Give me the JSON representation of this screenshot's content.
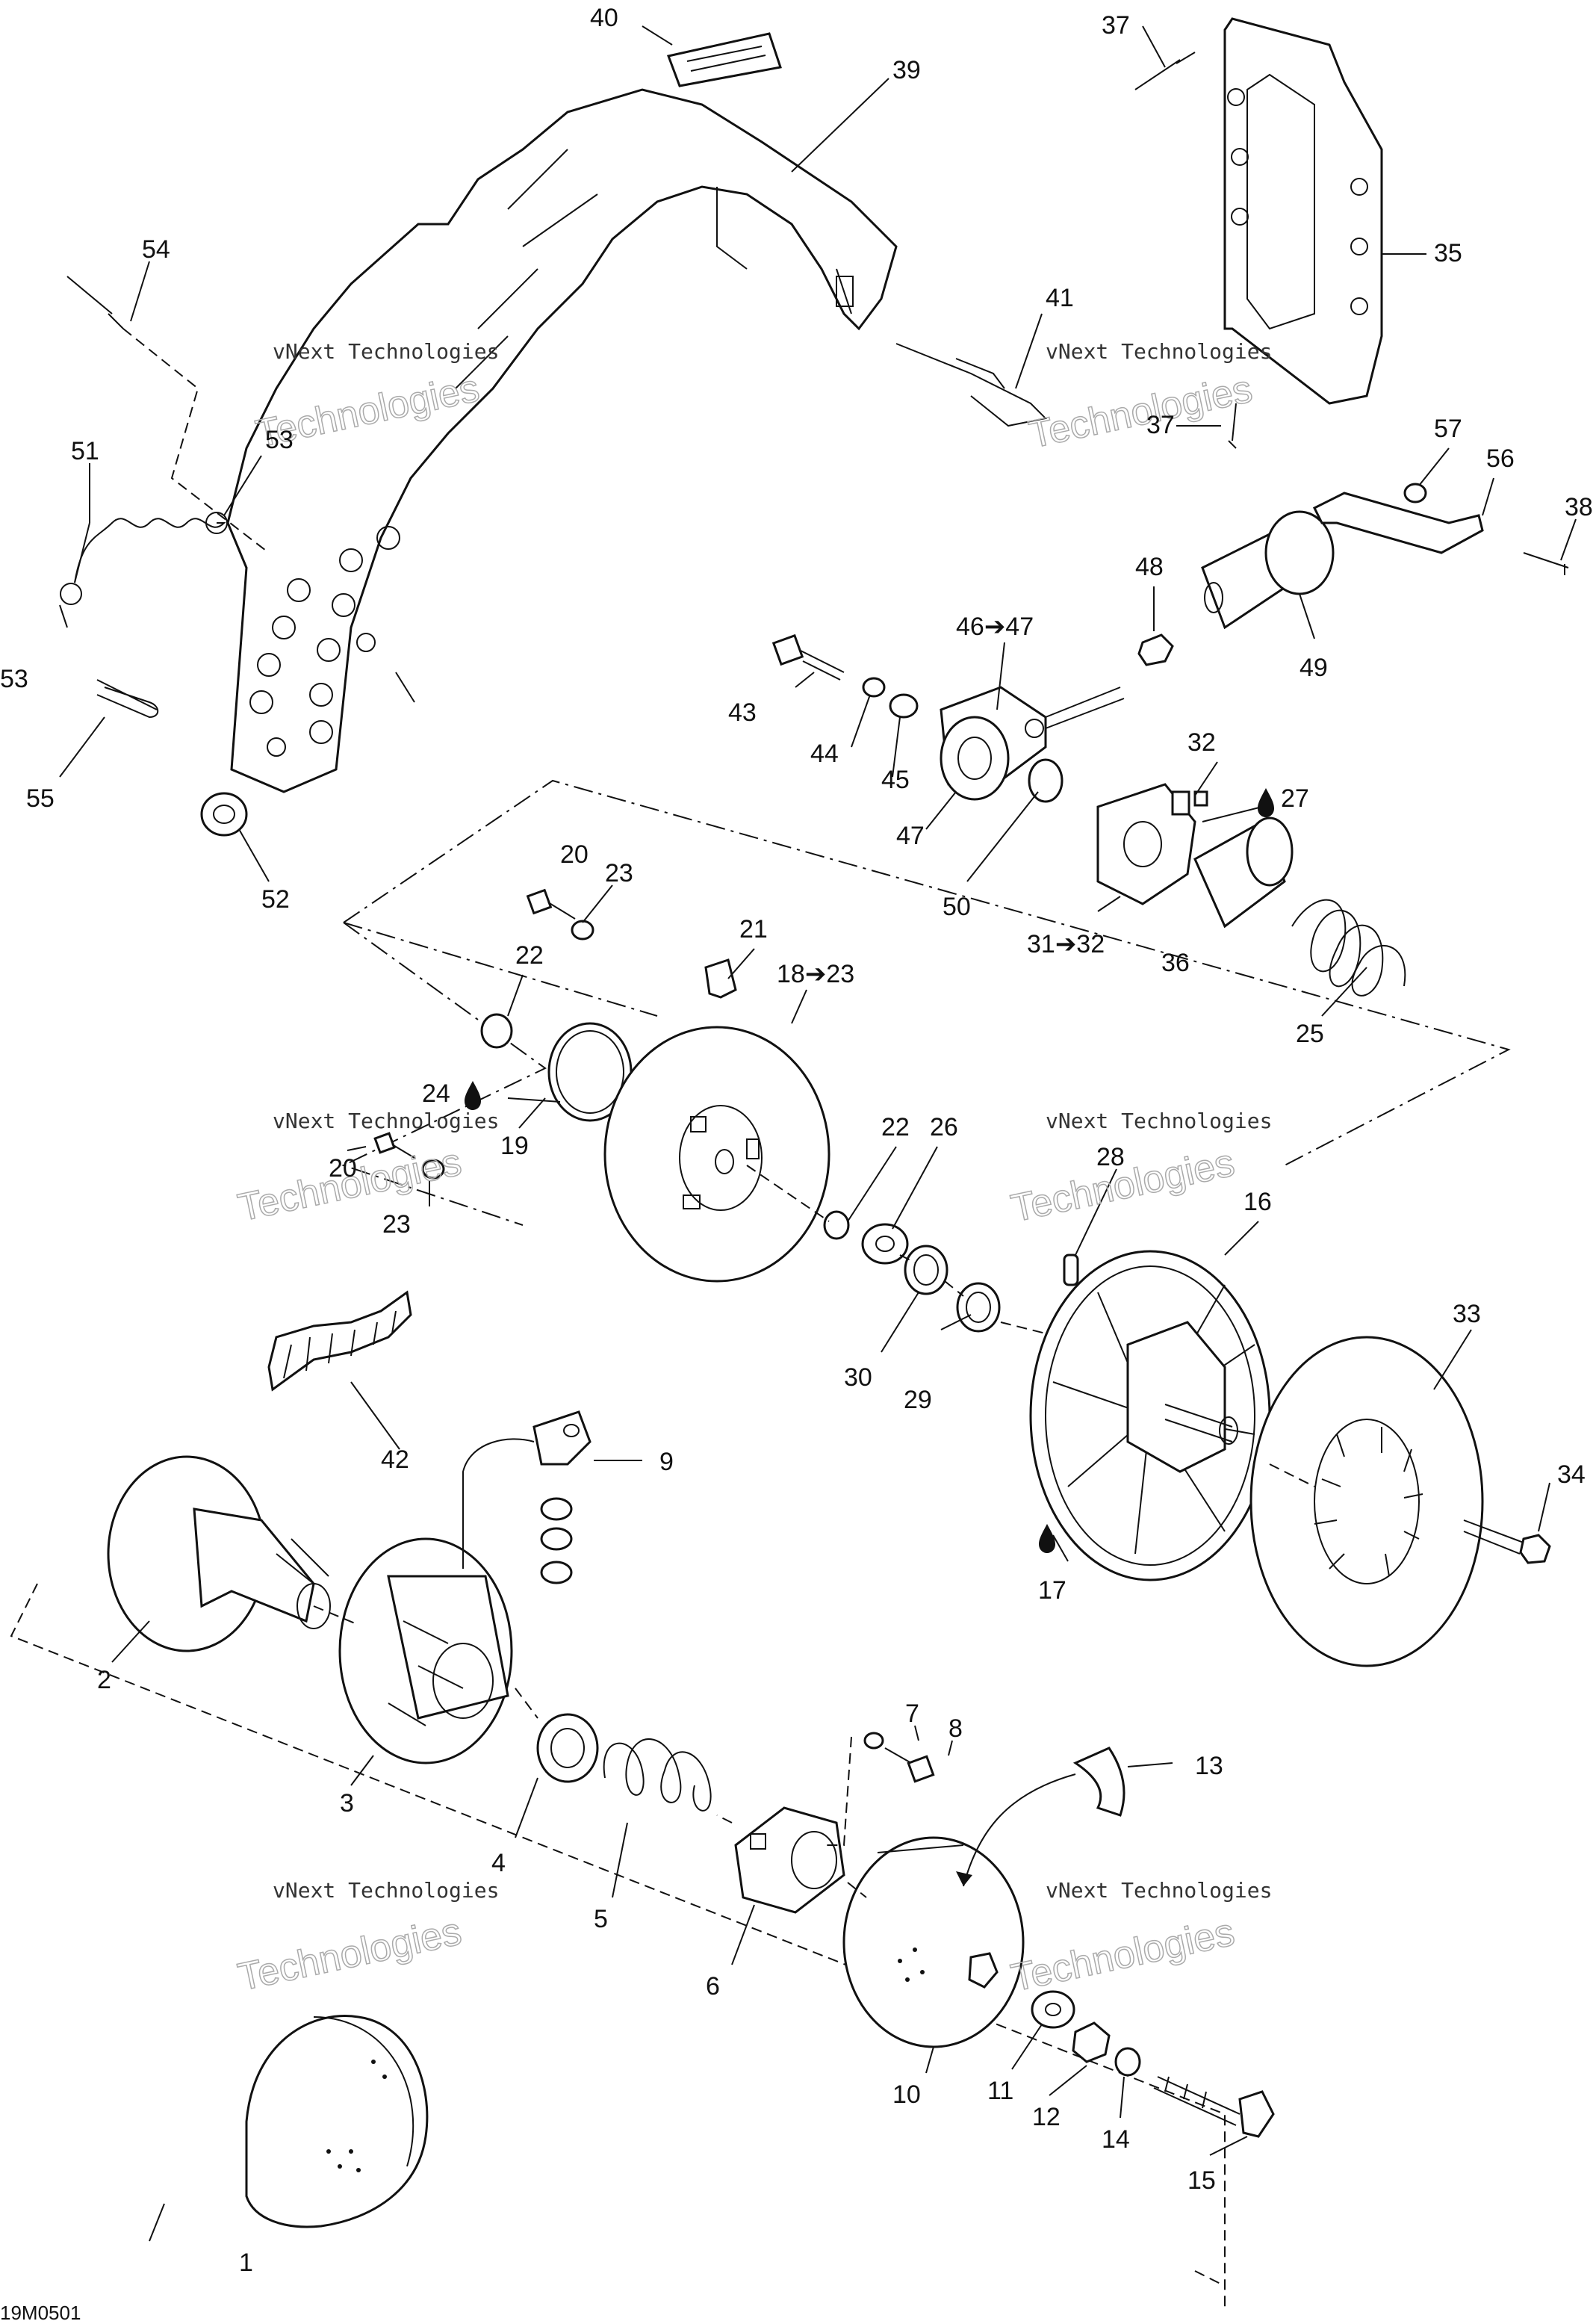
{
  "diagram": {
    "ref_code": "19M0501",
    "watermark": {
      "line1": "vNext Technologies",
      "line2": "Technologies"
    },
    "labels": [
      {
        "id": "1",
        "text": "1"
      },
      {
        "id": "2",
        "text": "2"
      },
      {
        "id": "3",
        "text": "3"
      },
      {
        "id": "4",
        "text": "4"
      },
      {
        "id": "5",
        "text": "5"
      },
      {
        "id": "6",
        "text": "6"
      },
      {
        "id": "7",
        "text": "7"
      },
      {
        "id": "8",
        "text": "8"
      },
      {
        "id": "9",
        "text": "9"
      },
      {
        "id": "10",
        "text": "10"
      },
      {
        "id": "11",
        "text": "11"
      },
      {
        "id": "12",
        "text": "12"
      },
      {
        "id": "13",
        "text": "13"
      },
      {
        "id": "14",
        "text": "14"
      },
      {
        "id": "15",
        "text": "15"
      },
      {
        "id": "16",
        "text": "16"
      },
      {
        "id": "17",
        "text": "17"
      },
      {
        "id": "18",
        "text": "18➔23"
      },
      {
        "id": "19",
        "text": "19"
      },
      {
        "id": "20a",
        "text": "20"
      },
      {
        "id": "20b",
        "text": "20"
      },
      {
        "id": "21",
        "text": "21"
      },
      {
        "id": "22a",
        "text": "22"
      },
      {
        "id": "22b",
        "text": "22"
      },
      {
        "id": "23a",
        "text": "23"
      },
      {
        "id": "23b",
        "text": "23"
      },
      {
        "id": "24",
        "text": "24"
      },
      {
        "id": "25",
        "text": "25"
      },
      {
        "id": "26",
        "text": "26"
      },
      {
        "id": "27",
        "text": "27"
      },
      {
        "id": "28",
        "text": "28"
      },
      {
        "id": "29",
        "text": "29"
      },
      {
        "id": "30",
        "text": "30"
      },
      {
        "id": "31",
        "text": "31➔32"
      },
      {
        "id": "32",
        "text": "32"
      },
      {
        "id": "33",
        "text": "33"
      },
      {
        "id": "34",
        "text": "34"
      },
      {
        "id": "35",
        "text": "35"
      },
      {
        "id": "36",
        "text": "36"
      },
      {
        "id": "37a",
        "text": "37"
      },
      {
        "id": "37b",
        "text": "37"
      },
      {
        "id": "38",
        "text": "38"
      },
      {
        "id": "39",
        "text": "39"
      },
      {
        "id": "40",
        "text": "40"
      },
      {
        "id": "41",
        "text": "41"
      },
      {
        "id": "42",
        "text": "42"
      },
      {
        "id": "43",
        "text": "43"
      },
      {
        "id": "44",
        "text": "44"
      },
      {
        "id": "45",
        "text": "45"
      },
      {
        "id": "46",
        "text": "46➔47"
      },
      {
        "id": "47",
        "text": "47"
      },
      {
        "id": "48",
        "text": "48"
      },
      {
        "id": "49",
        "text": "49"
      },
      {
        "id": "50",
        "text": "50"
      },
      {
        "id": "51",
        "text": "51"
      },
      {
        "id": "52",
        "text": "52"
      },
      {
        "id": "53a",
        "text": "53"
      },
      {
        "id": "53b",
        "text": "53"
      },
      {
        "id": "54",
        "text": "54"
      },
      {
        "id": "55",
        "text": "55"
      },
      {
        "id": "56",
        "text": "56"
      },
      {
        "id": "57",
        "text": "57"
      }
    ],
    "lube_icons": [
      "oil-drop-icon",
      "oil-drop-icon",
      "oil-drop-icon"
    ]
  }
}
